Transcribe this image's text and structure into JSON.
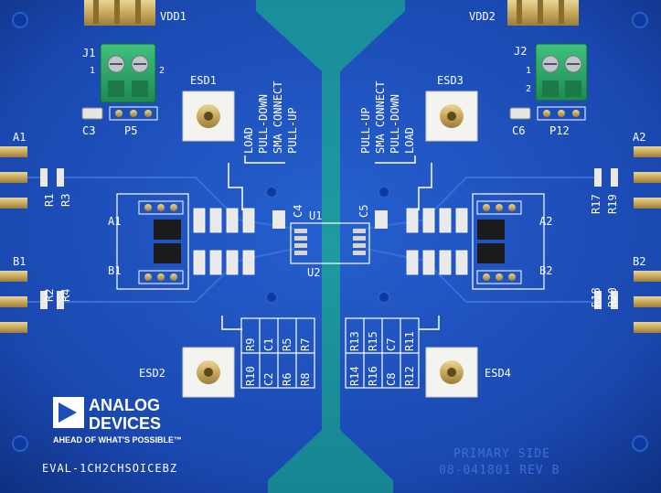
{
  "board": {
    "colors": {
      "substrate": "#1c4fb8",
      "center_channel": "#1f8f9a",
      "trace": "#3a6fd8",
      "copper": "#c8a95a",
      "silkscreen": "#ffffff",
      "terminal_block": "#2aa866",
      "label_blue": "#3a6fd8"
    },
    "power": {
      "left": "VDD1",
      "right": "VDD2"
    },
    "connectors": {
      "j1": {
        "ref": "J1",
        "pin1": "1",
        "pin2": "2"
      },
      "j2": {
        "ref": "J2",
        "pin1": "1",
        "pin2": "2"
      },
      "c3": "C3",
      "p5": "P5",
      "c6": "C6",
      "p12": "P12"
    },
    "esd": {
      "esd1": "ESD1",
      "esd2": "ESD2",
      "esd3": "ESD3",
      "esd4": "ESD4"
    },
    "edge_labels": {
      "a1": "A1",
      "b1": "B1",
      "a2": "A2",
      "b2": "B2"
    },
    "resistors_edge": {
      "r1": "R1",
      "r3": "R3",
      "r2": "R2",
      "r4": "R4",
      "r17": "R17",
      "r19": "R19",
      "r18": "R18",
      "r20": "R20"
    },
    "mode_labels_left": [
      "LOAD",
      "PULL-DOWN",
      "SMA CONNECT",
      "PULL-UP"
    ],
    "mode_labels_right": [
      "PULL-UP",
      "SMA CONNECT",
      "PULL-DOWN",
      "LOAD"
    ],
    "ic": {
      "c4": "C4",
      "u1": "U1",
      "c5": "C5",
      "u2": "U2"
    },
    "jumper_labels": {
      "a1": "A1",
      "b1": "B1",
      "a2": "A2",
      "b2": "B2"
    },
    "grid_left": [
      [
        "R9",
        "C1",
        "R5",
        "R7"
      ],
      [
        "R10",
        "C2",
        "R6",
        "R8"
      ]
    ],
    "grid_right": [
      [
        "R13",
        "R15",
        "C7",
        "R11"
      ],
      [
        "R14",
        "R16",
        "C8",
        "R12"
      ]
    ],
    "logo": {
      "line1": "ANALOG",
      "line2": "DEVICES",
      "tagline": "AHEAD OF WHAT'S POSSIBLE™"
    },
    "board_name": "EVAL-1CH2CHSOICEBZ",
    "primary_side": "PRIMARY SIDE",
    "revision": "08-041801 REV B"
  }
}
